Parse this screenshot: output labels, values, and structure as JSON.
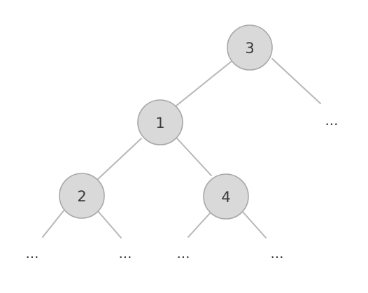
{
  "tree": {
    "nodes": [
      {
        "id": "n3",
        "label": "3"
      },
      {
        "id": "n1",
        "label": "1"
      },
      {
        "id": "n2",
        "label": "2"
      },
      {
        "id": "n4",
        "label": "4"
      }
    ],
    "ellipses": [
      {
        "id": "e-right-of-3",
        "label": "..."
      },
      {
        "id": "e-left-of-2",
        "label": "..."
      },
      {
        "id": "e-right-of-2",
        "label": "..."
      },
      {
        "id": "e-left-of-4",
        "label": "..."
      },
      {
        "id": "e-right-of-4",
        "label": "..."
      }
    ]
  },
  "colors": {
    "node_fill": "#d9d9d9",
    "node_stroke": "#a8a8a8",
    "edge": "#b7b7b7",
    "text": "#3a3a3a"
  }
}
